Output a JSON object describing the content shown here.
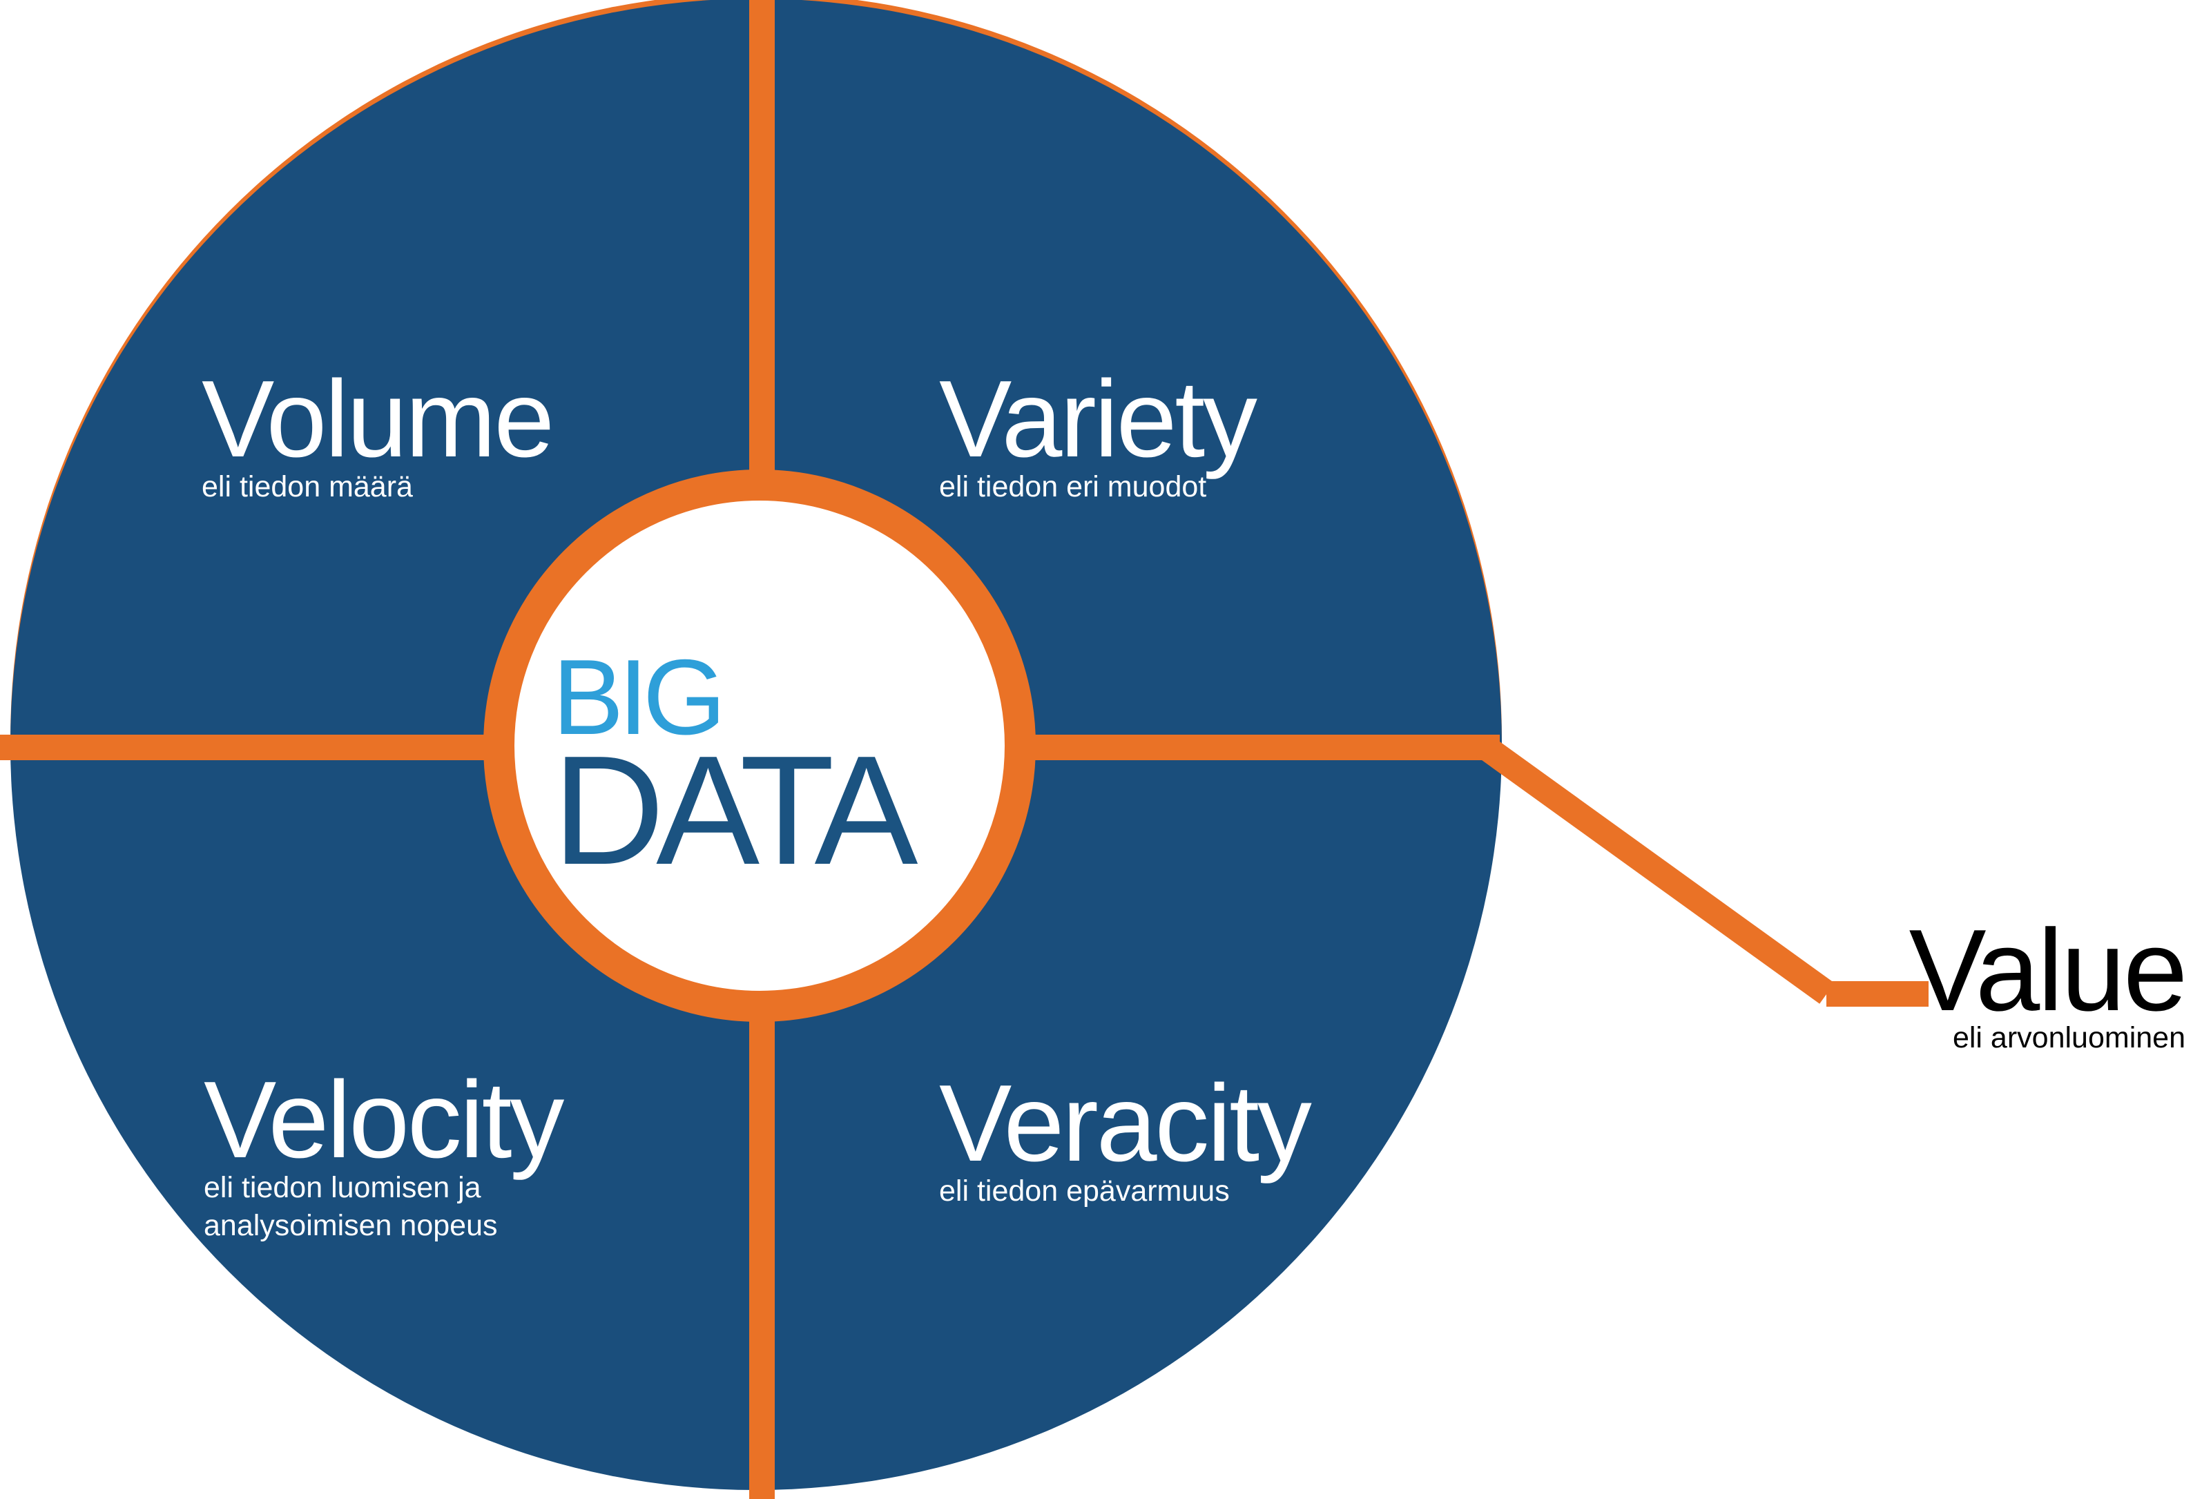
{
  "diagram": {
    "title": "Big Data 4V diagram",
    "center": {
      "line1": "BIG",
      "line2": "DATA"
    },
    "quadrants": [
      {
        "id": "volume",
        "title": "Volume",
        "subtitle1": "eli tiedon määrä"
      },
      {
        "id": "variety",
        "title": "Variety",
        "subtitle1": "eli tiedon eri muodot"
      },
      {
        "id": "velocity",
        "title": "Velocity",
        "subtitle1": "eli tiedon luomisen ja",
        "subtitle2": "analysoimisen nopeus"
      },
      {
        "id": "veracity",
        "title": "Veracity",
        "subtitle1": "eli tiedon epävarmuus"
      }
    ],
    "callout": {
      "title": "Value",
      "subtitle": "eli arvonluominen"
    },
    "colors": {
      "circle_blue": "#1A4E7C",
      "divider_orange": "#EA7226",
      "big_light_blue": "#2E9FD9",
      "data_dark_blue": "#1B5381",
      "quadrant_text_white": "#FFFFFF",
      "callout_text_black": "#000000",
      "background_white": "#FFFFFF"
    }
  }
}
